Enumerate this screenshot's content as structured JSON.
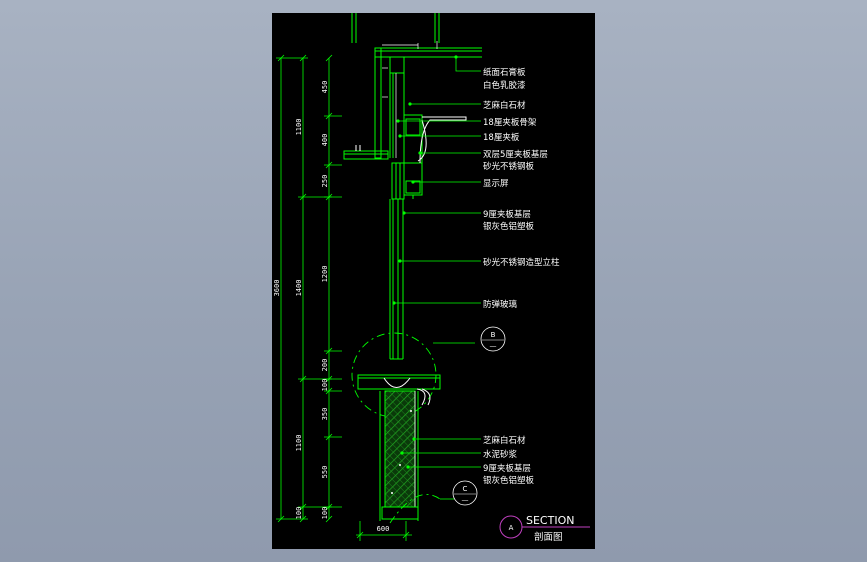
{
  "dimensions": {
    "total": "3600",
    "level2": [
      "1100",
      "1400",
      "1100",
      "100"
    ],
    "level3": [
      "450",
      "400",
      "250",
      "1200",
      "200",
      "100",
      "350",
      "550",
      "100"
    ],
    "width": "600"
  },
  "labels": [
    {
      "line1": "纸面石膏板",
      "line2": "白色乳胶漆"
    },
    {
      "line1": "芝麻白石材",
      "line2": ""
    },
    {
      "line1": "18厘夹板骨架",
      "line2": ""
    },
    {
      "line1": "18厘夹板",
      "line2": ""
    },
    {
      "line1": "双层5厘夹板基层",
      "line2": "砂光不锈钢板"
    },
    {
      "line1": "显示屏",
      "line2": ""
    },
    {
      "line1": "9厘夹板基层",
      "line2": "银灰色铝塑板"
    },
    {
      "line1": "砂光不锈钢造型立柱",
      "line2": ""
    },
    {
      "line1": "防弹玻璃",
      "line2": ""
    },
    {
      "line1": "芝麻白石材",
      "line2": ""
    },
    {
      "line1": "水泥砂浆",
      "line2": ""
    },
    {
      "line1": "9厘夹板基层",
      "line2": "银灰色铝塑板"
    }
  ],
  "detail_markers": [
    {
      "letter": "B",
      "sub": "—"
    },
    {
      "letter": "C",
      "sub": "—"
    }
  ],
  "section_marker": {
    "letter": "A"
  },
  "title": {
    "main": "SECTION",
    "sub": "剖面图"
  },
  "colors": {
    "background": "#000000",
    "structure": "#00ff00",
    "detail_lines": "#ffffff",
    "hatch": "#00aa00",
    "callout": "#c040c0"
  }
}
